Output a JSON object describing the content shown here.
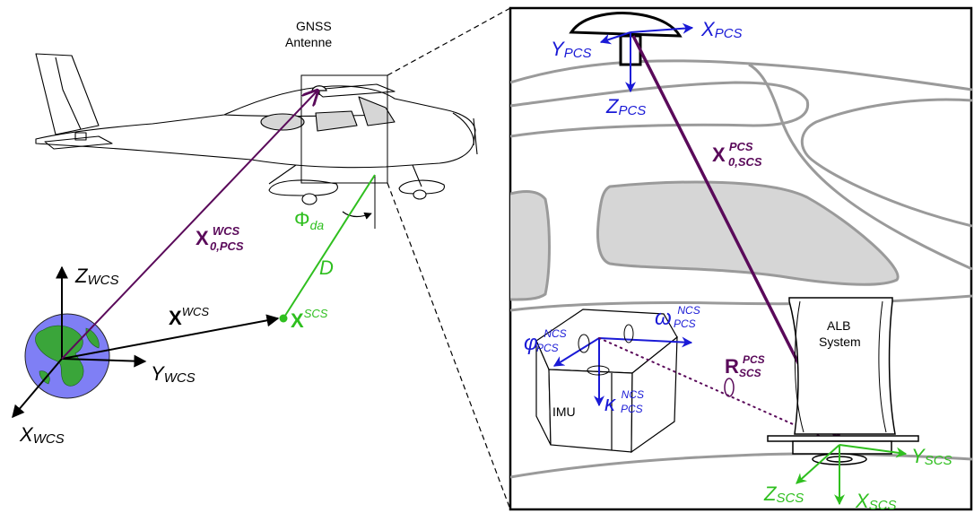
{
  "colors": {
    "black": "#000000",
    "wcs_purple": "#5a0a5a",
    "pcs_blue": "#1a1ad6",
    "scs_green": "#2fbf1f",
    "grey_outline": "#9a9a9a",
    "window_fill": "#d6d6d6",
    "earth_ocean": "#7f7ff5",
    "earth_land": "#3aa53a"
  },
  "aircraft": {
    "antenna_label_line1": "GNSS",
    "antenna_label_line2": "Antenne"
  },
  "wcs": {
    "axis_z": {
      "main": "Z",
      "sub": "WCS"
    },
    "axis_y": {
      "main": "Y",
      "sub": "WCS"
    },
    "axis_x": {
      "main": "X",
      "sub": "WCS"
    },
    "vector_x": {
      "main": "X",
      "sup": "WCS"
    },
    "vector_x0_pcs": {
      "main": "X",
      "sup": "WCS",
      "sub": "0,PCS"
    }
  },
  "scs_point": {
    "label": {
      "main": "X",
      "sup": "SCS"
    },
    "phi_label": {
      "main": "Φ",
      "sub": "da"
    },
    "distance_label": "D"
  },
  "detail": {
    "pcs": {
      "axis_x": {
        "main": "X",
        "sub": "PCS"
      },
      "axis_y": {
        "main": "Y",
        "sub": "PCS"
      },
      "axis_z": {
        "main": "Z",
        "sub": "PCS"
      }
    },
    "vector_x0_scs": {
      "main": "X",
      "sup": "PCS",
      "sub": "0,SCS"
    },
    "imu": {
      "label": "IMU",
      "phi": {
        "main": "φ",
        "sup": "NCS",
        "sub": "PCS"
      },
      "omega": {
        "main": "ω",
        "sup": "NCS",
        "sub": "PCS"
      },
      "kappa": {
        "main": "κ",
        "sup": "NCS",
        "sub": "PCS"
      }
    },
    "rotation": {
      "main": "R",
      "sup": "PCS",
      "sub": "SCS"
    },
    "alb": {
      "line1": "ALB",
      "line2": "System"
    },
    "scs": {
      "axis_y": {
        "main": "Y",
        "sub": "SCS"
      },
      "axis_z": {
        "main": "Z",
        "sub": "SCS"
      },
      "axis_x": {
        "main": "X",
        "sub": "SCS"
      }
    }
  }
}
